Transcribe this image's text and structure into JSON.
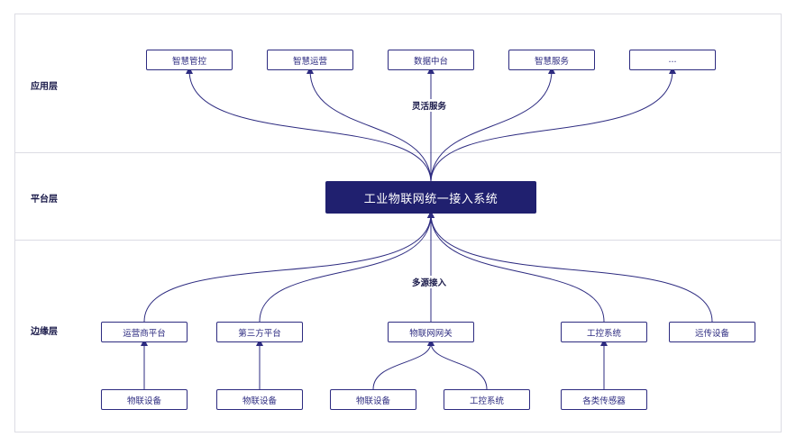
{
  "layers": {
    "app": "应用层",
    "platform": "平台层",
    "edge": "边缘层"
  },
  "core": "工业物联网统一接入系统",
  "labels": {
    "top": "灵活服务",
    "bottom": "多源接入"
  },
  "apps": [
    "智慧管控",
    "智慧运营",
    "数据中台",
    "智慧服务",
    "..."
  ],
  "edge_row1": [
    "运营商平台",
    "第三方平台",
    "物联网网关",
    "工控系统",
    "远传设备"
  ],
  "edge_row2": [
    "物联设备",
    "物联设备",
    "物联设备",
    "工控系统",
    "各类传感器"
  ],
  "colors": {
    "line": "#2d2b80",
    "core_bg": "#20206f",
    "border": "#dcdce4"
  }
}
